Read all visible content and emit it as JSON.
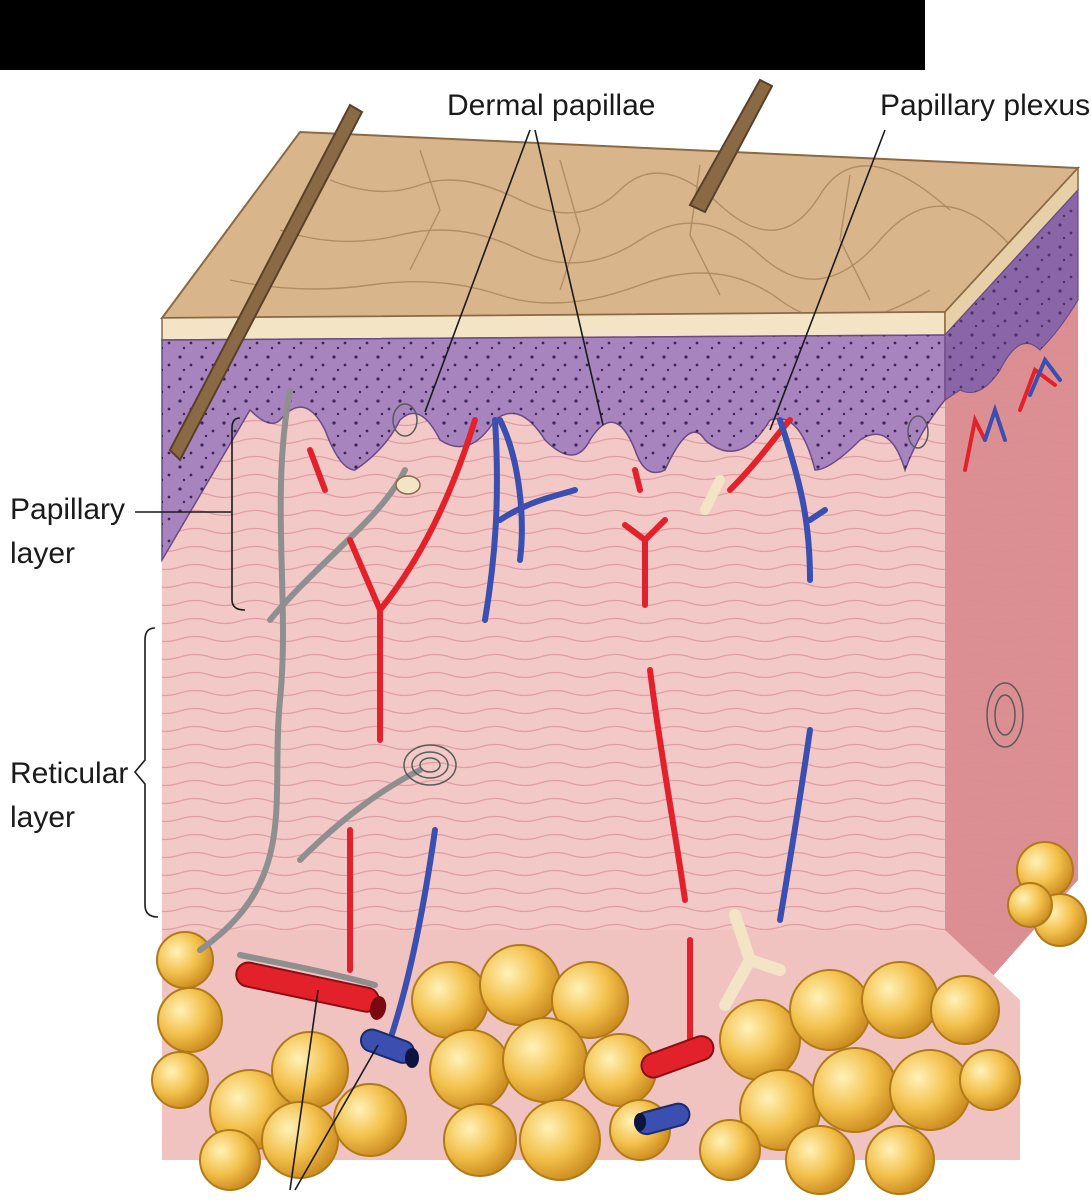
{
  "labels": {
    "dermal_papillae": "Dermal papillae",
    "papillary_plexus": "Papillary plexus",
    "papillary_layer_line1": "Papillary",
    "papillary_layer_line2": "layer",
    "reticular_layer_line1": "Reticular",
    "reticular_layer_line2": "layer"
  },
  "colors": {
    "epidermis": "#a884bf",
    "dermis": "#f2c9c6",
    "surface": "#d9b58c",
    "fat": "#f3bf4a",
    "artery": "#e3212b",
    "vein": "#3a4fb0",
    "nerve": "#9a9a9a",
    "hair": "#8a6a45"
  }
}
